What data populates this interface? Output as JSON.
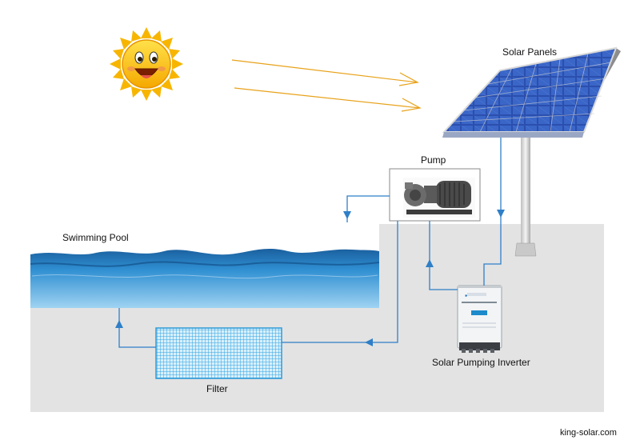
{
  "labels": {
    "solar_panels": "Solar Panels",
    "pump": "Pump",
    "swimming_pool": "Swimming Pool",
    "filter": "Filter",
    "inverter": "Solar Pumping Inverter",
    "credit": "king-solar.com"
  },
  "icons": [
    "sun-icon",
    "sun-ray-arrow-icon",
    "solar-panel-array-icon",
    "pump-icon",
    "inverter-icon",
    "filter-icon",
    "flow-arrow-icon"
  ],
  "colors": {
    "ground": "#e3e3e3",
    "water": "#2f8fd2",
    "pipe": "#2f7fc8",
    "sun_ray": "#e8a21a",
    "sun": "#f7c20c",
    "panel": "#2a4aa6",
    "filter": "#3aa0dd"
  }
}
